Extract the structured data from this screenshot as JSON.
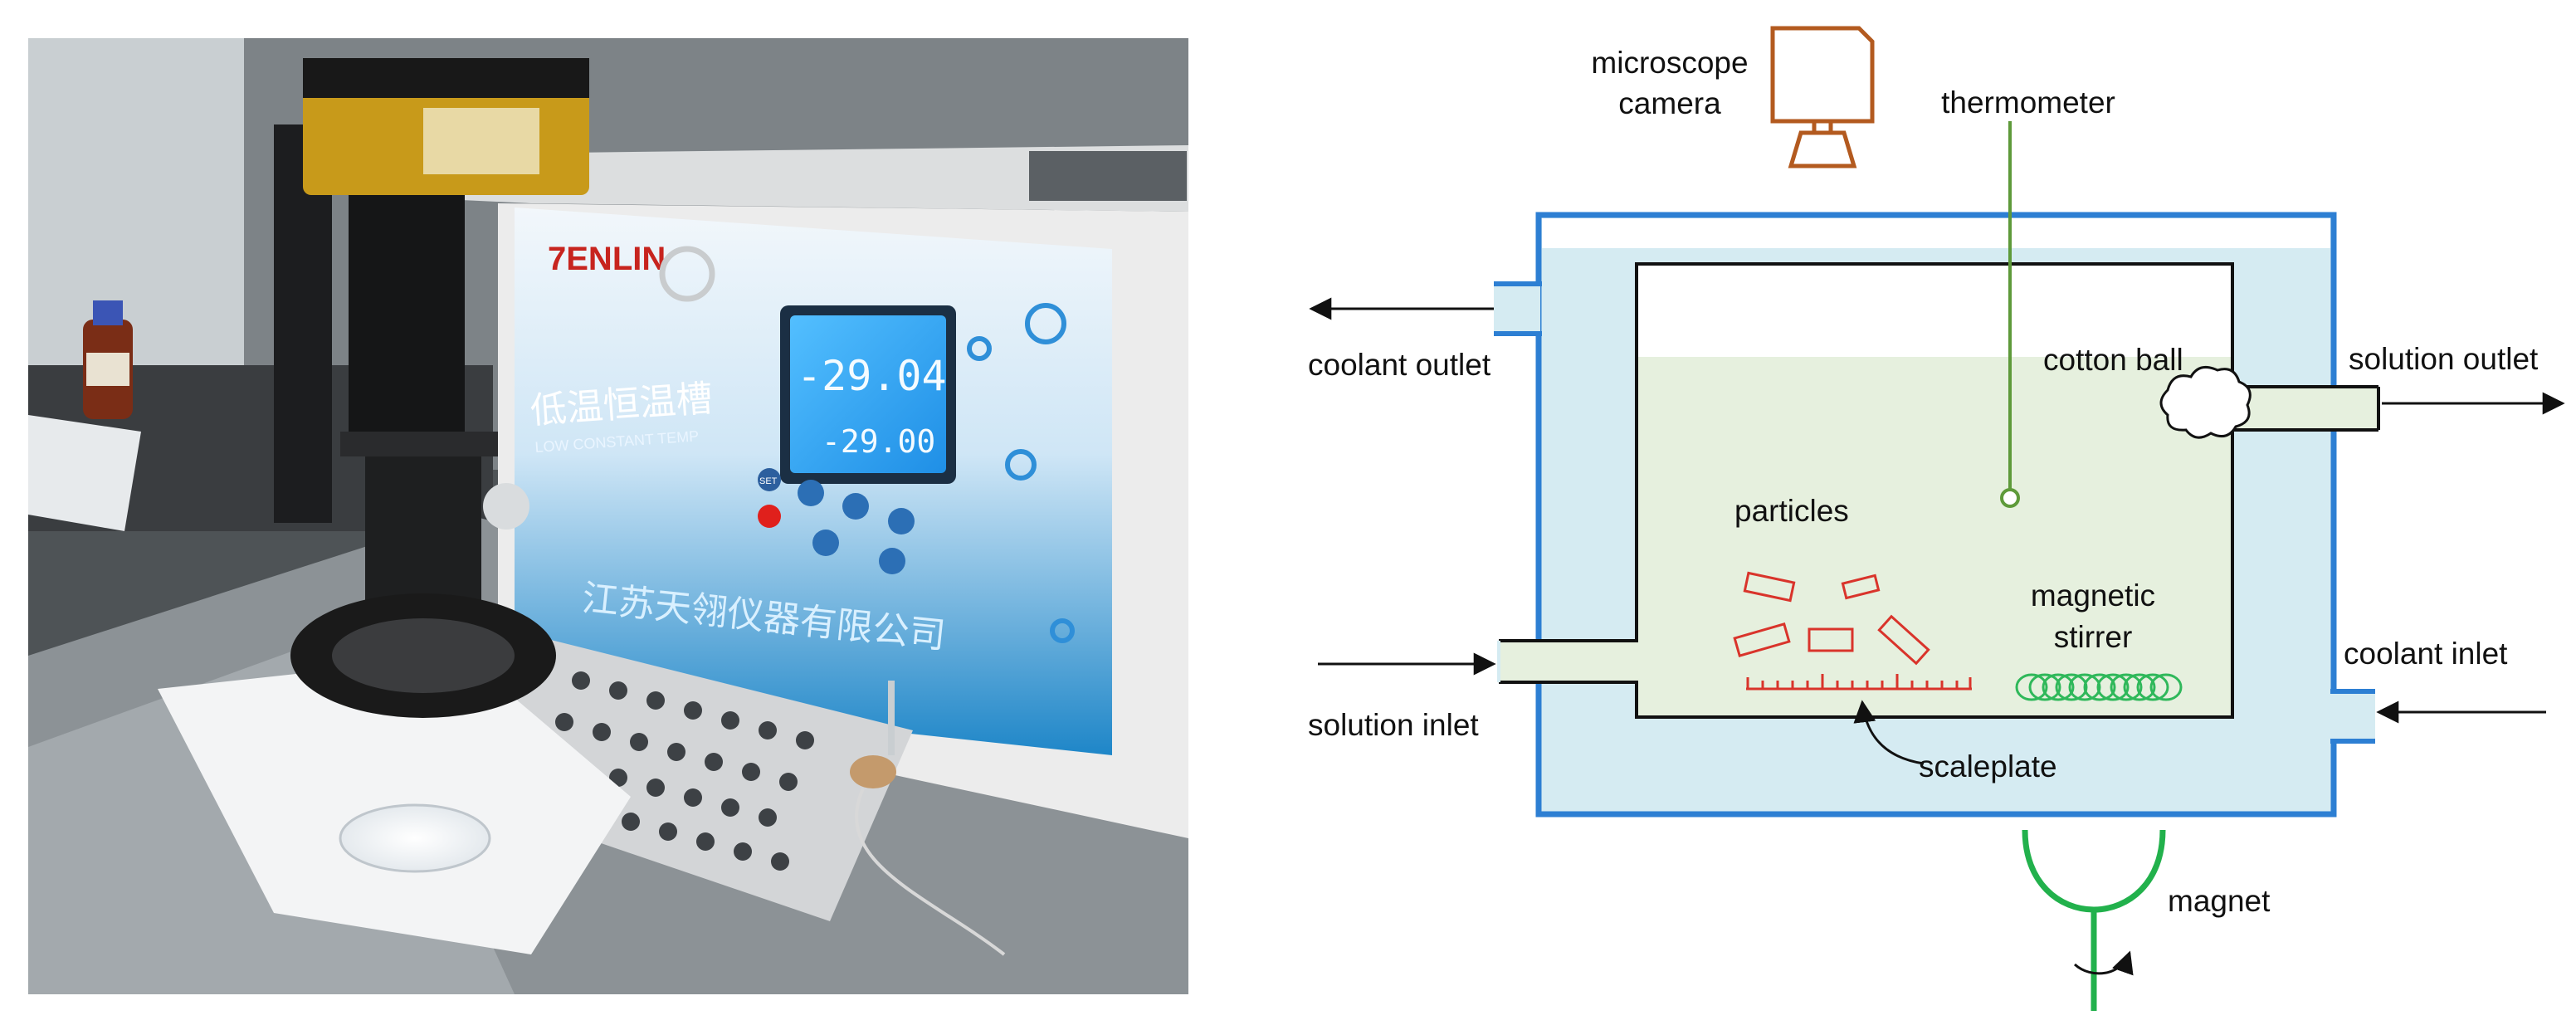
{
  "photo": {
    "panel_label": "",
    "lcd_main": "-29.04",
    "lcd_sub": "-29.00",
    "brand_mark": "7ENLIN",
    "device_name_cn": "低温恒温槽",
    "device_name_en": "LOW CONSTANT TEMP",
    "company_cn": "江苏天翎仪器有限公司",
    "button_set": "SET",
    "colors": {
      "panel_blue": "#1e86c8",
      "lcd": "#2aa8ff",
      "housing": "#ececec",
      "camera_gold": "#c89a1a"
    }
  },
  "schematic": {
    "panel_label": "",
    "labels": {
      "microscope_camera_line1": "microscope",
      "microscope_camera_line2": "camera",
      "thermometer": "thermometer",
      "coolant_outlet": "coolant outlet",
      "solution_outlet": "solution outlet",
      "cotton_ball": "cotton ball",
      "particles": "particles",
      "magnetic_stirrer_line1": "magnetic",
      "magnetic_stirrer_line2": "stirrer",
      "coolant_inlet": "coolant inlet",
      "solution_inlet": "solution inlet",
      "scaleplate": "scaleplate",
      "magnet": "magnet"
    },
    "colors": {
      "outer_border": "#2d7fd3",
      "coolant": "#d5ebf2",
      "solution": "#e6f0de",
      "camera": "#b35a1f",
      "thermometer": "#5e9a3a",
      "particles": "#d9342b",
      "stirrer": "#2fb85a",
      "magnet": "#22b14c",
      "arrows": "#111111"
    }
  }
}
